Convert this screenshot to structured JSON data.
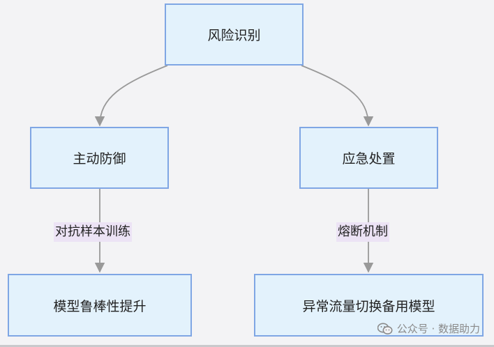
{
  "nodes": {
    "risk_identify": "风险识别",
    "active_defense": "主动防御",
    "emergency": "应急处置",
    "robustness": "模型鲁棒性提升",
    "fallback": "异常流量切换备用模型"
  },
  "edge_labels": {
    "adversarial_training": "对抗样本训练",
    "circuit_breaker": "熔断机制"
  },
  "watermark": {
    "icon": "wechat-icon",
    "text": "公众号 · 数据助力"
  },
  "colors": {
    "node_fill": "#e3f2fc",
    "node_border": "#7fa6e4",
    "edge": "#999999",
    "label_bg": "#ece3f5",
    "background": "#f3f3f5"
  }
}
